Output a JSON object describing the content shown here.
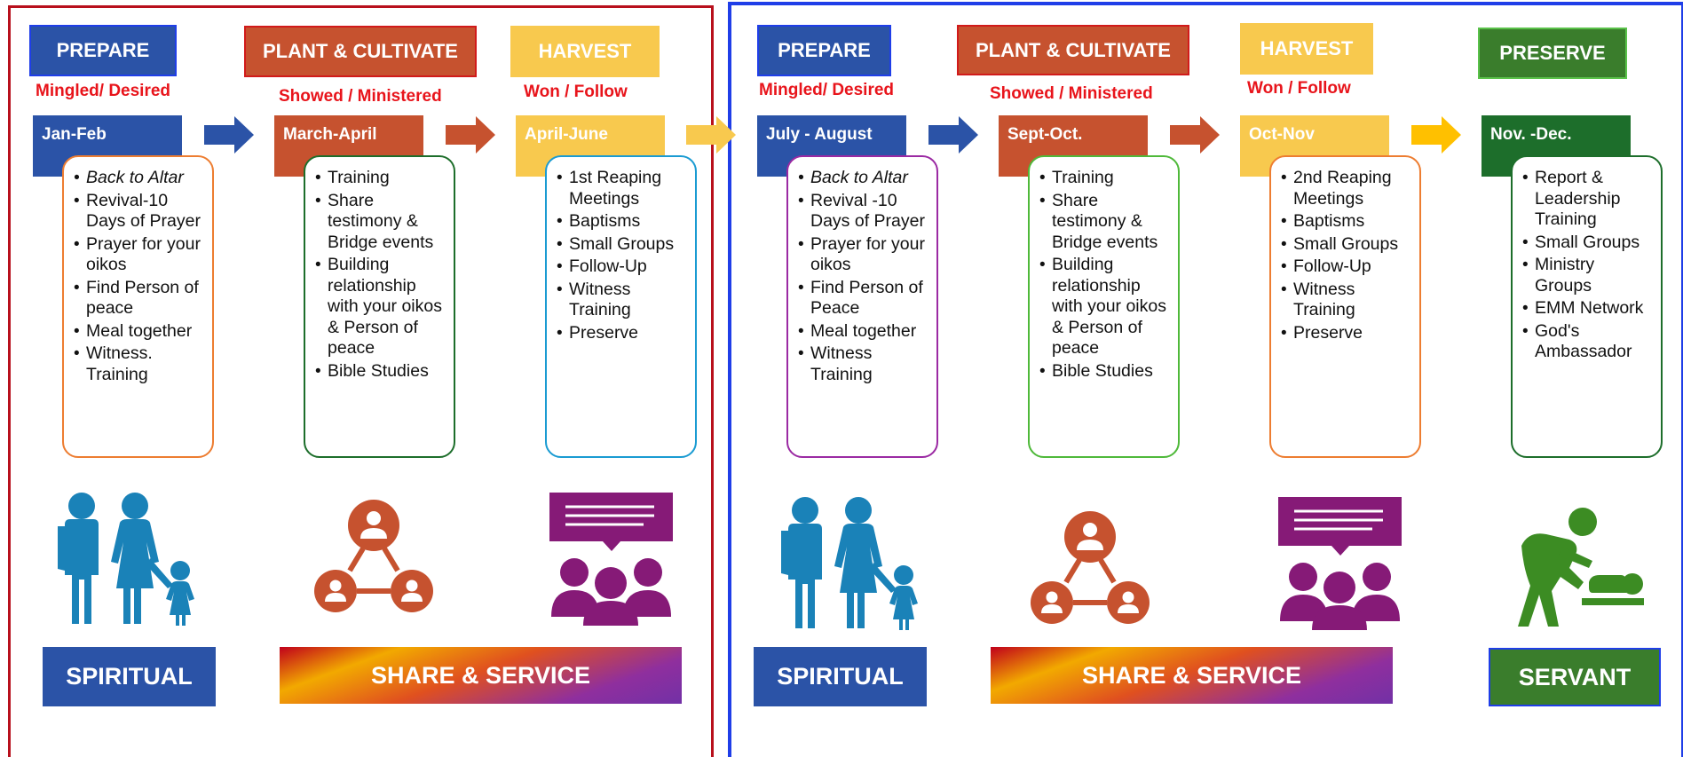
{
  "colors": {
    "blue": "#2b53a7",
    "orange": "#c6522f",
    "yellow": "#f8c94e",
    "green": "#3a7d2c",
    "dark_green": "#1d6e2b",
    "red_frame": "#b8101c",
    "blue_frame": "#1f3ee8",
    "teal": "#1a82b8",
    "purple": "#861a77",
    "red_text": "#e8141b"
  },
  "left": {
    "prepare": {
      "stage": "PREPARE",
      "sub": "Mingled/ Desired",
      "months": "Jan-Feb",
      "items": [
        "Back to Altar",
        "Revival-10 Days of Prayer",
        "Prayer for your oikos",
        "Find Person of peace",
        "Meal together",
        "Witness. Training"
      ],
      "icon": "family-icon"
    },
    "plant": {
      "stage": "PLANT & CULTIVATE",
      "sub": "Showed / Ministered",
      "months": "March-April",
      "items": [
        "Training",
        "Share testimony & Bridge events",
        "Building relationship with your oikos & Person of peace",
        "Bible Studies"
      ],
      "icon": "network-icon"
    },
    "harvest": {
      "stage": "HARVEST",
      "sub": "Won / Follow",
      "months": "April-June",
      "items": [
        "1st Reaping Meetings",
        "Baptisms",
        "Small Groups",
        "Follow-Up",
        "Witness Training",
        "Preserve"
      ],
      "icon": "group-meeting-icon"
    },
    "labels": {
      "spiritual": "SPIRITUAL",
      "share": "SHARE & SERVICE"
    }
  },
  "right": {
    "prepare": {
      "stage": "PREPARE",
      "sub": "Mingled/ Desired",
      "months": "July - August",
      "items": [
        "Back to Altar",
        "Revival -10 Days of Prayer",
        "Prayer for your oikos",
        "Find Person of Peace",
        "Meal together",
        "Witness Training"
      ],
      "icon": "family-icon"
    },
    "plant": {
      "stage": "PLANT & CULTIVATE",
      "sub": "Showed / Ministered",
      "months": "Sept-Oct.",
      "items": [
        "Training",
        "Share testimony & Bridge events",
        "Building relationship with your oikos & Person of peace",
        "Bible Studies"
      ],
      "icon": "network-icon"
    },
    "harvest": {
      "stage": "HARVEST",
      "sub": "Won / Follow",
      "months": "Oct-Nov",
      "items": [
        "2nd Reaping Meetings",
        "Baptisms",
        "Small Groups",
        "Follow-Up",
        "Witness Training",
        "Preserve"
      ],
      "icon": "group-meeting-icon"
    },
    "preserve": {
      "stage": "PRESERVE",
      "months": "Nov. -Dec.",
      "items": [
        "Report & Leadership Training",
        "Small Groups",
        "Ministry Groups",
        "EMM Network",
        "God's Ambassador"
      ],
      "icon": "caregiver-icon"
    },
    "labels": {
      "spiritual": "SPIRITUAL",
      "share": "SHARE & SERVICE",
      "servant": "SERVANT"
    }
  }
}
